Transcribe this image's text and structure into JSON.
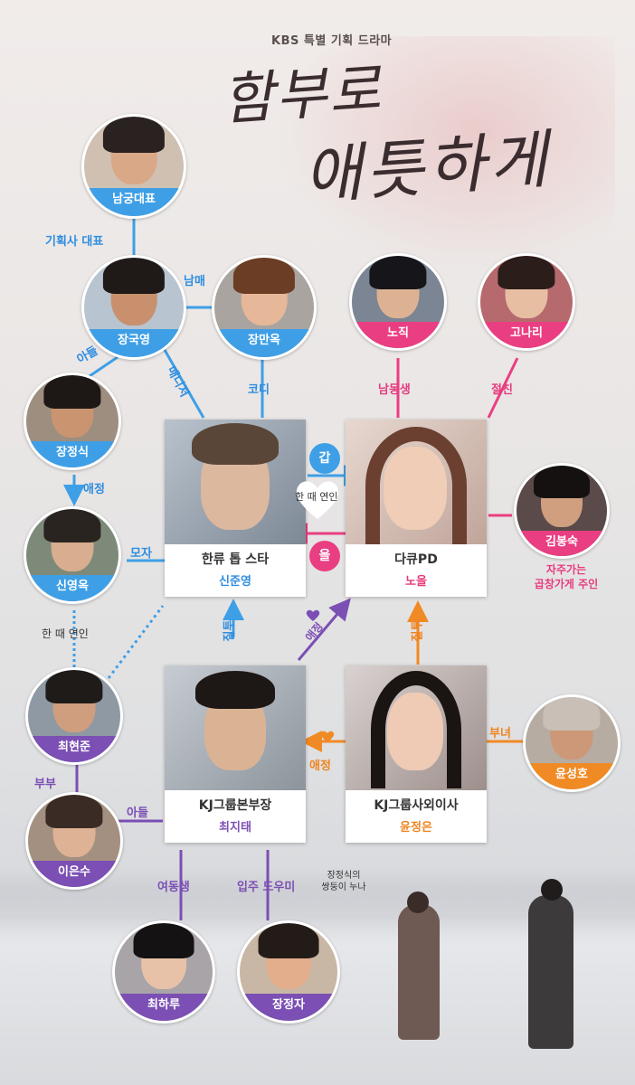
{
  "header": {
    "subtitle": "KBS 특별 기획 드라마",
    "title_line1": "함부로",
    "title_line2": "애틋하게"
  },
  "characters": {
    "namgung": {
      "name": "남궁대표"
    },
    "jang_gukyoung": {
      "name": "장국영"
    },
    "jang_manok": {
      "name": "장만옥"
    },
    "nojik": {
      "name": "노직"
    },
    "gonari": {
      "name": "고나리"
    },
    "jang_jungsik": {
      "name": "장정식"
    },
    "shin_youngok": {
      "name": "신영옥"
    },
    "kim_bongsuk": {
      "name": "김봉숙",
      "note": "자주가는\n곱창가게 주인"
    },
    "choi_hyunjun": {
      "name": "최현준"
    },
    "yoon_sungho": {
      "name": "윤성호"
    },
    "lee_eunsu": {
      "name": "이은수"
    },
    "choi_haru": {
      "name": "최하루"
    },
    "jang_jungja": {
      "name": "장정자"
    }
  },
  "cards": {
    "shin_joonyoung": {
      "role": "한류 톱 스타",
      "actor": "신준영"
    },
    "noeul": {
      "role": "다큐PD",
      "actor": "노을"
    },
    "choi_jitae": {
      "role": "KJ그룹본부장",
      "actor": "최지태"
    },
    "yoon_jungeun": {
      "role": "KJ그룹사외이사",
      "actor": "윤정은"
    }
  },
  "relations": {
    "agency_ceo": "기획사 대표",
    "siblings": "남매",
    "son1": "아들",
    "manager": "매니저",
    "cody": "코디",
    "younger_brother": "남동생",
    "best_friend": "절친",
    "affection1": "애정",
    "mother_son": "모자",
    "former_lovers": "한 때 연인",
    "jealousy1": "질투",
    "affection_diag": "애정",
    "jealousy2": "질투",
    "affection2": "애정",
    "father_daughter": "부녀",
    "married": "부부",
    "son2": "아들",
    "younger_sister": "여동생",
    "housekeeper": "입주 도우미",
    "twin_sister_note": "장정식의\n쌍둥이 누나"
  },
  "center": {
    "gap": "갑",
    "eul": "을",
    "former_lovers": "한 때 연인"
  },
  "colors": {
    "blue": "#3e9fe6",
    "pink": "#ea3e82",
    "purple": "#7b4fb3",
    "orange": "#f08a24"
  }
}
